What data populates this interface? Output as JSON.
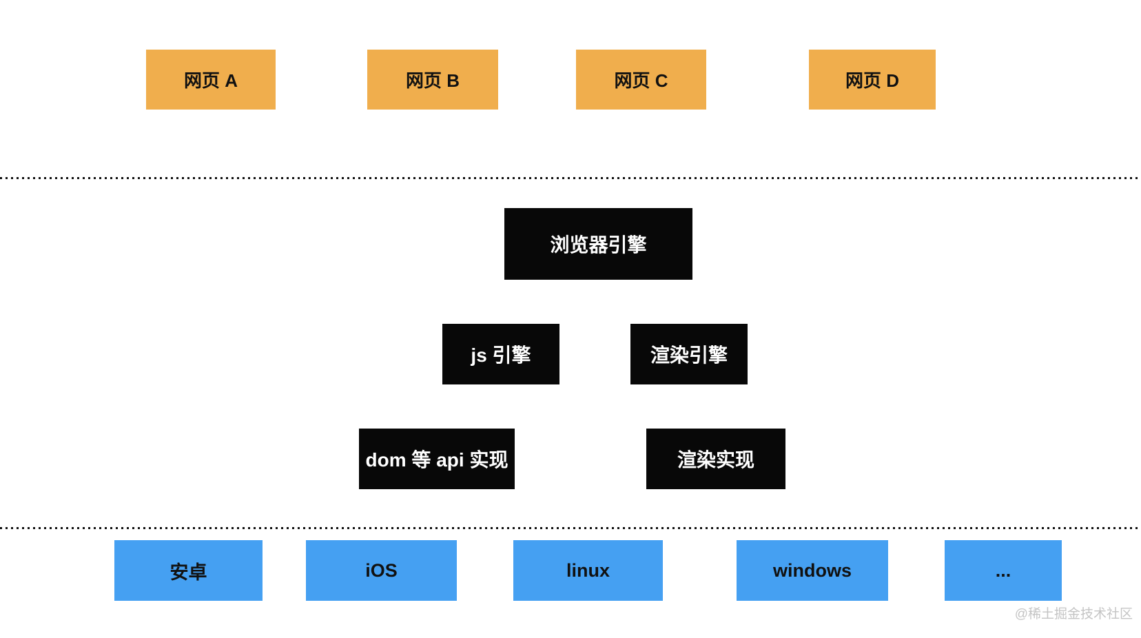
{
  "diagram": {
    "webpages": [
      {
        "label": "网页 A"
      },
      {
        "label": "网页 B"
      },
      {
        "label": "网页 C"
      },
      {
        "label": "网页 D"
      }
    ],
    "browser_engine": {
      "label": "浏览器引擎"
    },
    "engines": [
      {
        "label": "js 引擎"
      },
      {
        "label": "渲染引擎"
      }
    ],
    "implementations": [
      {
        "label": "dom 等 api 实现"
      },
      {
        "label": "渲染实现"
      }
    ],
    "platforms": [
      {
        "label": "安卓"
      },
      {
        "label": "iOS"
      },
      {
        "label": "linux"
      },
      {
        "label": "windows"
      },
      {
        "label": "..."
      }
    ],
    "watermark": "@稀土掘金技术社区"
  },
  "colors": {
    "bg": "#FFFFFF",
    "webpage_box": "#F0AE4D",
    "engine_box": "#080808",
    "platform_box": "#45A0F2",
    "text_dark": "#111111",
    "text_light": "#FFFFFF",
    "dotted_line": "#111111",
    "watermark": "#C4C4C4"
  }
}
